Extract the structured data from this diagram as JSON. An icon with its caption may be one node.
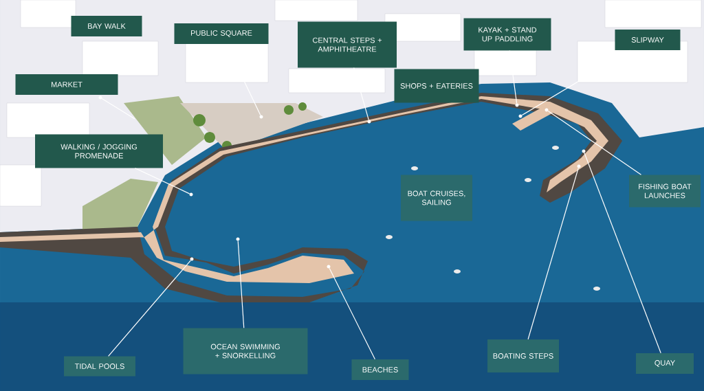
{
  "diagram": {
    "nodes": [
      {
        "text": [
          "BAY WALK"
        ]
      },
      {
        "text": [
          "PUBLIC SQUARE"
        ]
      },
      {
        "text": [
          "CENTRAL STEPS + AMPHITHEATRE"
        ]
      },
      {
        "text": [
          "KAYAK + STAND UP PADDLING"
        ]
      },
      {
        "text": [
          "SLIPWAY"
        ]
      },
      {
        "text": [
          "MARKET"
        ]
      },
      {
        "text": [
          "SHOPS + EATERIES"
        ]
      },
      {
        "text": [
          "WALKING / JOGGING PROMENADE"
        ]
      },
      {
        "text": [
          "BOAT CRUISES, SAILING"
        ]
      },
      {
        "text": [
          "FISHING BOAT LAUNCHES"
        ]
      },
      {
        "text": [
          "TIDAL POOLS"
        ]
      },
      {
        "text": [
          "OCEAN SWIMMING + SNORKELLING"
        ]
      },
      {
        "text": [
          "BEACHES"
        ]
      },
      {
        "text": [
          "BOATING STEPS"
        ]
      },
      {
        "text": [
          "QUAY"
        ]
      },
      {
        "text": [],
        "shape": "circle"
      },
      {
        "text": [],
        "shape": "circle"
      },
      {
        "text": [],
        "shape": "circle"
      },
      {
        "text": [],
        "shape": "circle"
      },
      {
        "text": [],
        "shape": "circle"
      },
      {
        "text": [],
        "shape": "circle"
      },
      {
        "text": [],
        "shape": "circle"
      },
      {
        "text": [],
        "shape": "circle"
      },
      {
        "text": [],
        "shape": "circle"
      },
      {
        "text": [],
        "shape": "circle"
      },
      {
        "text": [],
        "shape": "circle"
      },
      {
        "text": [],
        "shape": "circle"
      }
    ],
    "edges": [
      {
        "from": 1,
        "to": 19,
        "arrow": "none"
      },
      {
        "from": 15,
        "to": null,
        "arrow": "none"
      },
      {
        "from": 2,
        "to": 21,
        "arrow": "none"
      },
      {
        "from": 7,
        "to": 16,
        "arrow": "none"
      },
      {
        "from": 3,
        "to": 22,
        "arrow": "none"
      },
      {
        "from": 4,
        "to": 23,
        "arrow": "none"
      },
      {
        "from": 9,
        "to": 24,
        "arrow": "none"
      },
      {
        "from": 10,
        "to": 17,
        "arrow": "none"
      },
      {
        "from": 11,
        "to": 18,
        "arrow": "none"
      },
      {
        "from": 12,
        "to": 20,
        "arrow": "none"
      },
      {
        "from": 13,
        "to": 25,
        "arrow": "none"
      },
      {
        "from": 14,
        "to": 26,
        "arrow": "none"
      }
    ]
  }
}
